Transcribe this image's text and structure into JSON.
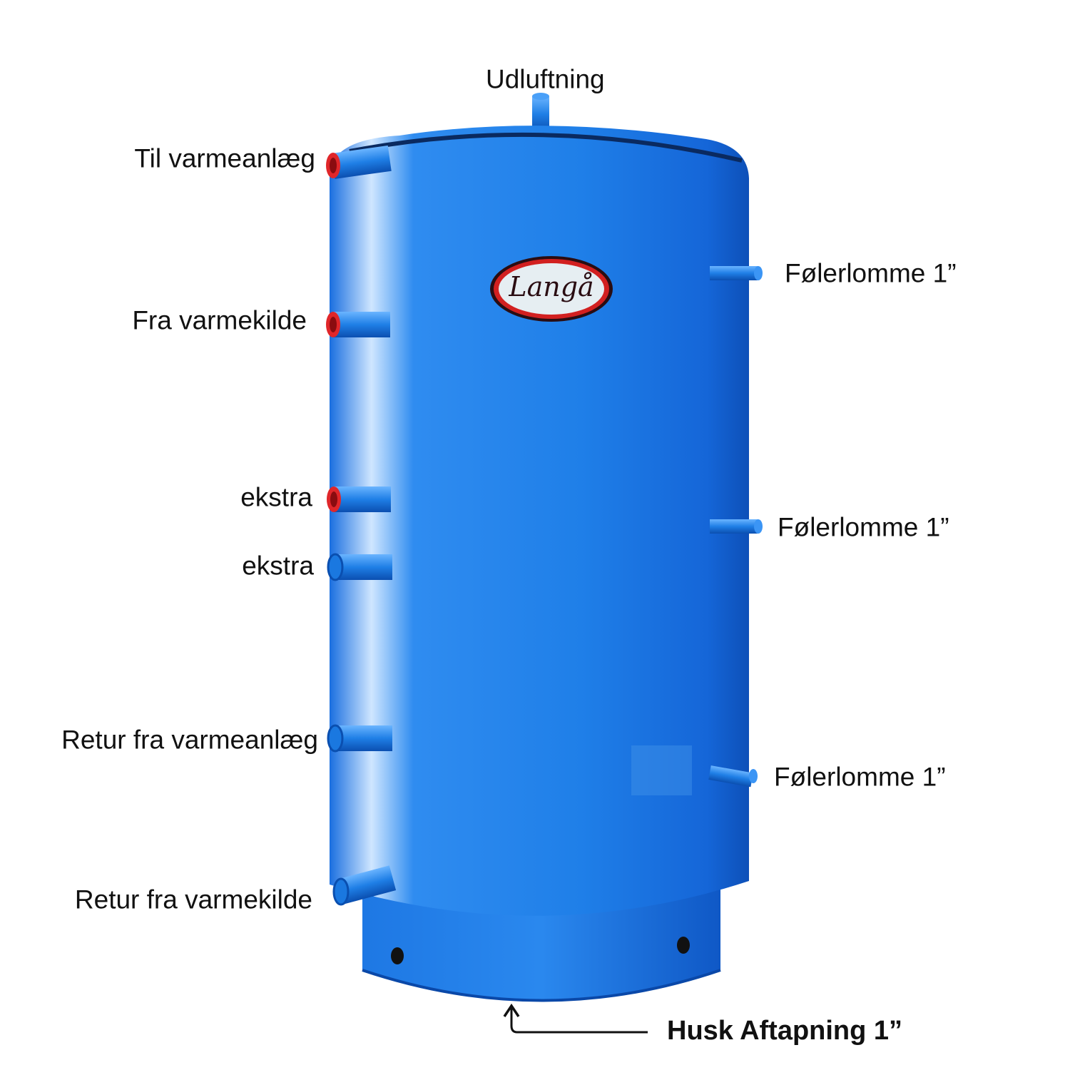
{
  "logo": {
    "brand": "Langå"
  },
  "labels": {
    "top": "Udluftning",
    "left": [
      "Til varmeanlæg",
      "Fra varmekilde",
      "ekstra",
      "ekstra",
      "Retur fra varmeanlæg",
      "Retur fra varmekilde"
    ],
    "right": [
      "Følerlomme 1”",
      "Følerlomme 1”",
      "Følerlomme 1”"
    ],
    "bottom": "Husk Aftapning 1”"
  },
  "colors": {
    "tank": "#1f7fe6",
    "tank_dark": "#0b55c4",
    "hot_connection": "#e0262a",
    "cold_connection": "#1a78e0"
  }
}
